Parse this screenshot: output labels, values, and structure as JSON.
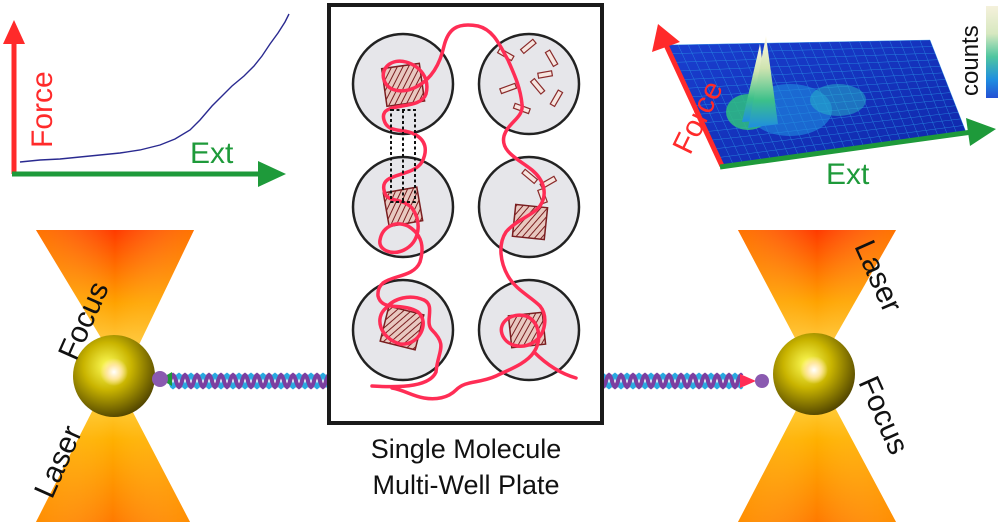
{
  "labels": {
    "force_top_left": "Force",
    "ext_top_left": "Ext",
    "force_top_right": "Force",
    "ext_top_right": "Ext",
    "counts": "counts",
    "focus_left": "Focus",
    "laser_left": "Laser",
    "laser_right": "Laser",
    "focus_right": "Focus",
    "plate_title_line1": "Single Molecule",
    "plate_title_line2": "Multi-Well Plate"
  },
  "colors": {
    "force_axis": "#ff2a2a",
    "ext_axis": "#1e9a3a",
    "tether": "#ff2d55",
    "trace": "#2a2a90",
    "bead": "#c8b400",
    "cone_outer": "#ff8a00",
    "cone_inner": "#ffe24a",
    "dna_strand_a": "#2aa9e0",
    "dna_strand_b": "#7b3fa0",
    "well_fill": "#e6e6ea",
    "plate_border": "#1a1a1a",
    "surface_blue": "#1330b8",
    "surface_peak": "#f2eccf"
  },
  "icons": {
    "bead_left": "trapped-bead",
    "bead_right": "trapped-bead",
    "cone": "laser-focus-cone"
  },
  "colorbar_stops": [
    "#f5f1dc",
    "#d7e8c0",
    "#7fd6a0",
    "#27b6c8",
    "#1f8ee0",
    "#2450d4"
  ]
}
